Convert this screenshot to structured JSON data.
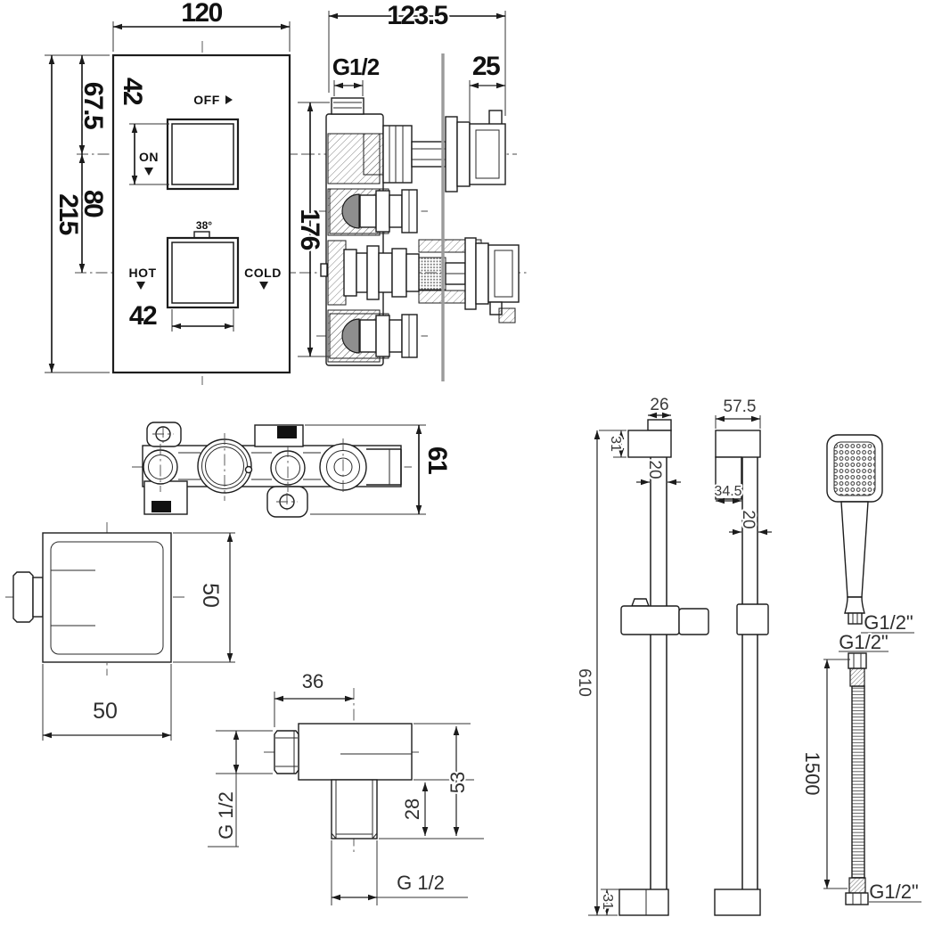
{
  "drawing": {
    "front": {
      "width": "120",
      "height": "215",
      "top_offset": "67.5",
      "center_spacing": "80",
      "knob_size_top": "42",
      "knob_size_bottom": "42",
      "label_off": "OFF",
      "label_on": "ON",
      "label_temp": "38°",
      "label_hot": "HOT",
      "label_cold": "COLD"
    },
    "section": {
      "width": "123.5",
      "inlet_thread": "G1/2",
      "wall_offset": "25",
      "height": "176"
    },
    "top_view": {
      "depth": "61"
    },
    "handle_knob": {
      "width": "50",
      "height": "50"
    },
    "elbow": {
      "top_width": "36",
      "height": "53",
      "stub_height": "28",
      "side_thread": "G 1/2",
      "bottom_thread": "G 1/2"
    },
    "slide_rail": {
      "cap_width": "26",
      "bracket_width": "57.5",
      "top_bracket_height": "31",
      "rail_diameter_left": "20",
      "bracket_depth": "34.5",
      "rail_diameter_right": "20",
      "length": "610",
      "bottom_bracket_height": "31"
    },
    "hand_shower": {
      "outlet_thread": "G1/2\"",
      "inlet_thread": "G1/2\""
    },
    "hose": {
      "length": "1500",
      "thread": "G1/2\""
    },
    "colors": {
      "background": "#ffffff",
      "line": "#1d1d1d",
      "wall": "#9b9b9b",
      "dome": "#8e8e8e"
    }
  }
}
